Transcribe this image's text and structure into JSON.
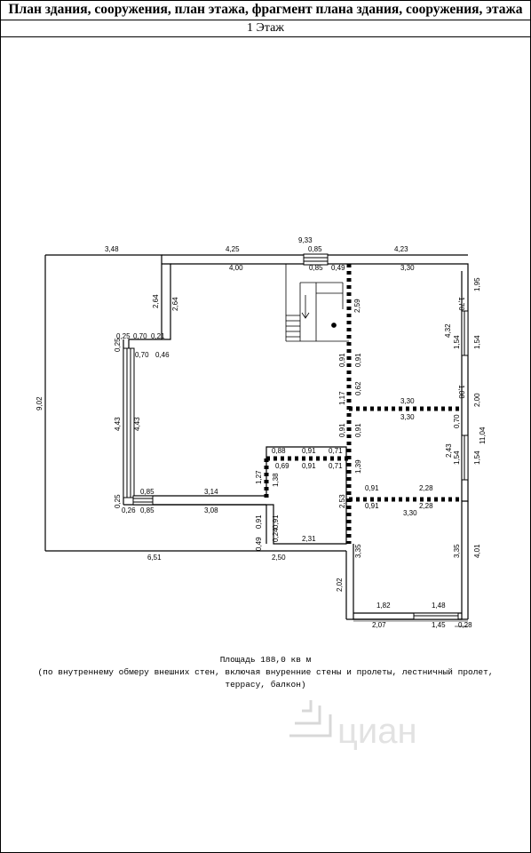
{
  "header": {
    "title": "План здания, сооружения, план этажа, фрагмент плана здания, сооружения, этажа",
    "floor": "1 Этаж"
  },
  "dimensions": {
    "top_left": "3,48",
    "top_mid": "4,25",
    "top_total": "9,33",
    "top_window": "0,85",
    "top_right": "4,23",
    "inner_top_400": "4,00",
    "inner_top_085": "0,85",
    "inner_top_049": "0,49",
    "inner_top_330": "3,30",
    "right_170": "1,70",
    "right_195": "1,95",
    "right_432": "4,32",
    "right_154a": "1,54",
    "right_108": "1,08",
    "right_200": "2,00",
    "right_1104": "11,04",
    "right_070": "0,70",
    "right_243": "2,43",
    "right_154b": "1,54",
    "right_154c": "1,54",
    "right_335a": "3,35",
    "right_401": "4,01",
    "left_902": "9,02",
    "left_264a": "2,64",
    "left_264b": "2,64",
    "left_025a": "0,25",
    "left_070a": "0,70",
    "left_021": "0,21",
    "left_025b": "0,25",
    "left_070b": "0,70",
    "left_046": "0,46",
    "left_443a": "4,43",
    "left_443b": "4,43",
    "left_025c": "0,25",
    "left_085a": "0,85",
    "left_314": "3,14",
    "left_026": "0,26",
    "left_085b": "0,85",
    "left_308": "3,08",
    "mid_259": "2,59",
    "mid_091a": "0,91",
    "mid_091b": "0,91",
    "mid_117": "1,17",
    "mid_062": "0,62",
    "mid_330a": "3,30",
    "mid_330b": "3,30",
    "mid_091c": "0,91",
    "mid_091d": "0,91",
    "mid_088": "0,88",
    "mid_091e": "0,91",
    "mid_071a": "0,71",
    "mid_069": "0,69",
    "mid_091f": "0,91",
    "mid_071b": "0,71",
    "mid_127": "1,27",
    "mid_138": "1,38",
    "mid_139": "1,39",
    "mid_091g": "0,91",
    "mid_228a": "2,28",
    "mid_091h": "0,91",
    "mid_228b": "2,28",
    "mid_330c": "3,30",
    "mid_253": "2,53",
    "mid_091i": "0,91",
    "mid_024": "0,24",
    "mid_091j": "0,91",
    "mid_231": "2,31",
    "mid_049": "0,49",
    "bot_651": "6,51",
    "bot_250": "2,50",
    "bot_335": "3,35",
    "bot_202": "2,02",
    "bot_182": "1,82",
    "bot_148": "1,48",
    "bot_207": "2,07",
    "bot_145": "1,45",
    "bot_028": "0,28"
  },
  "footer": {
    "area": "Площадь 188,0 кв м",
    "note_line1": "(по внутреннему обмеру внешних стен, включая внуренние стены и пролеты, лестничный пролет,",
    "note_line2": "террасу, балкон)"
  },
  "watermark": {
    "text": "циан",
    "icon": "cian-logo-icon"
  }
}
